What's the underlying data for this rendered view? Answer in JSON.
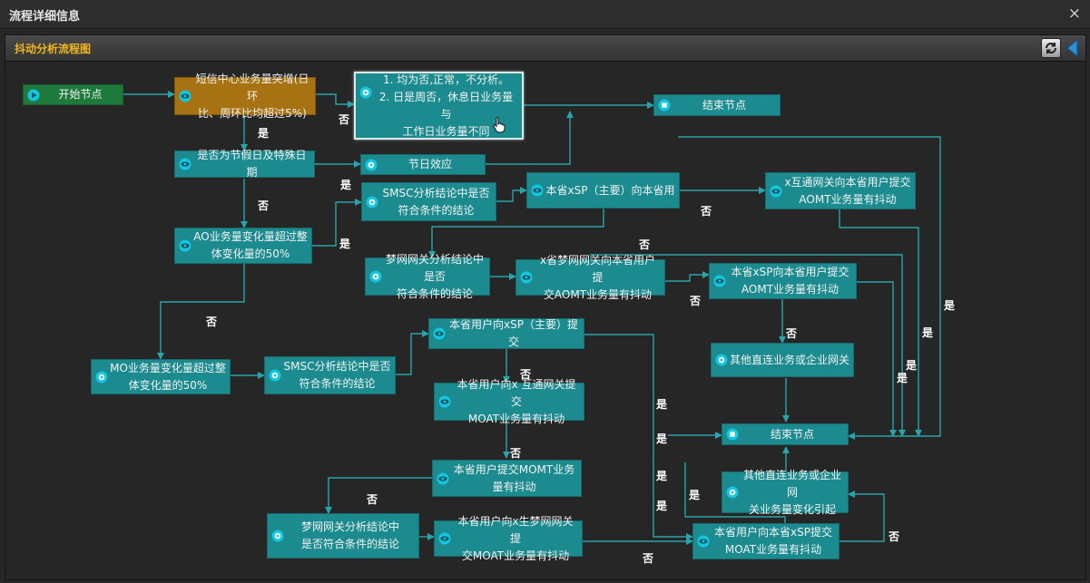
{
  "window": {
    "title": "流程详细信息",
    "close": "×"
  },
  "panel": {
    "title": "抖动分析流程图"
  },
  "nodes": {
    "start": "开始节点",
    "sms_surge": "短信中心业务量突增(日环\n比、周环比均超过5%)",
    "note": "1. 均为否,正常，不分析。\n2. 日是周否，休息日业务量与\n工作日业务量不同",
    "end_top": "结束节点",
    "holiday_check": "是否为节假日及特殊日期",
    "holiday_effect": "节日效应",
    "ao_check": "AO业务量变化量超过整\n体变化量的50%",
    "smsc_check_1": "SMSC分析结论中是否\n符合条件的结论",
    "xsp_main": "本省xSP（主要）向本省用",
    "x_gateway_aomt": "x互通网关向本省用户提交\nAOMT业务量有抖动",
    "dream_gw_check_1": "梦网网关分析结论中是否\n符合条件的结论",
    "x_dream_gw_aomt": "x省梦网网关向本省用户提\n交AOMT业务量有抖动",
    "xsp_aomt": "本省xSP向本省用户提交\nAOMT业务量有抖动",
    "other_direct": "其他直连业务或企业网关",
    "mo_check": "MO业务量变化量超过整\n体变化量的50%",
    "smsc_check_2": "SMSC分析结论中是否\n符合条件的结论",
    "user_to_xsp": "本省用户向xSP（主要）提交",
    "user_x_gw_moat": "本省用户向x 互通网关提交\nMOAT业务量有抖动",
    "end_mid": "结束节点",
    "user_momt": "本省用户提交MOMT业务\n量有抖动",
    "other_direct_gw": "其他直连业务或企业网\n关业务量变化引起",
    "dream_gw_check_2": "梦网网关分析结论中\n是否符合条件的结论",
    "user_x_dream_moat": "本省用户向x生梦网网关提\n交MOAT业务量有抖动",
    "user_xsp_moat": "本省用户向本省xSP提交\nMOAT业务量有抖动"
  },
  "labels": {
    "yes": "是",
    "no": "否"
  },
  "colors": {
    "node": "#1c8b8f",
    "start": "#1e7a3c",
    "highlight": "#a77212",
    "title_accent": "#f2b71e",
    "edge": "#2aa4aa"
  }
}
